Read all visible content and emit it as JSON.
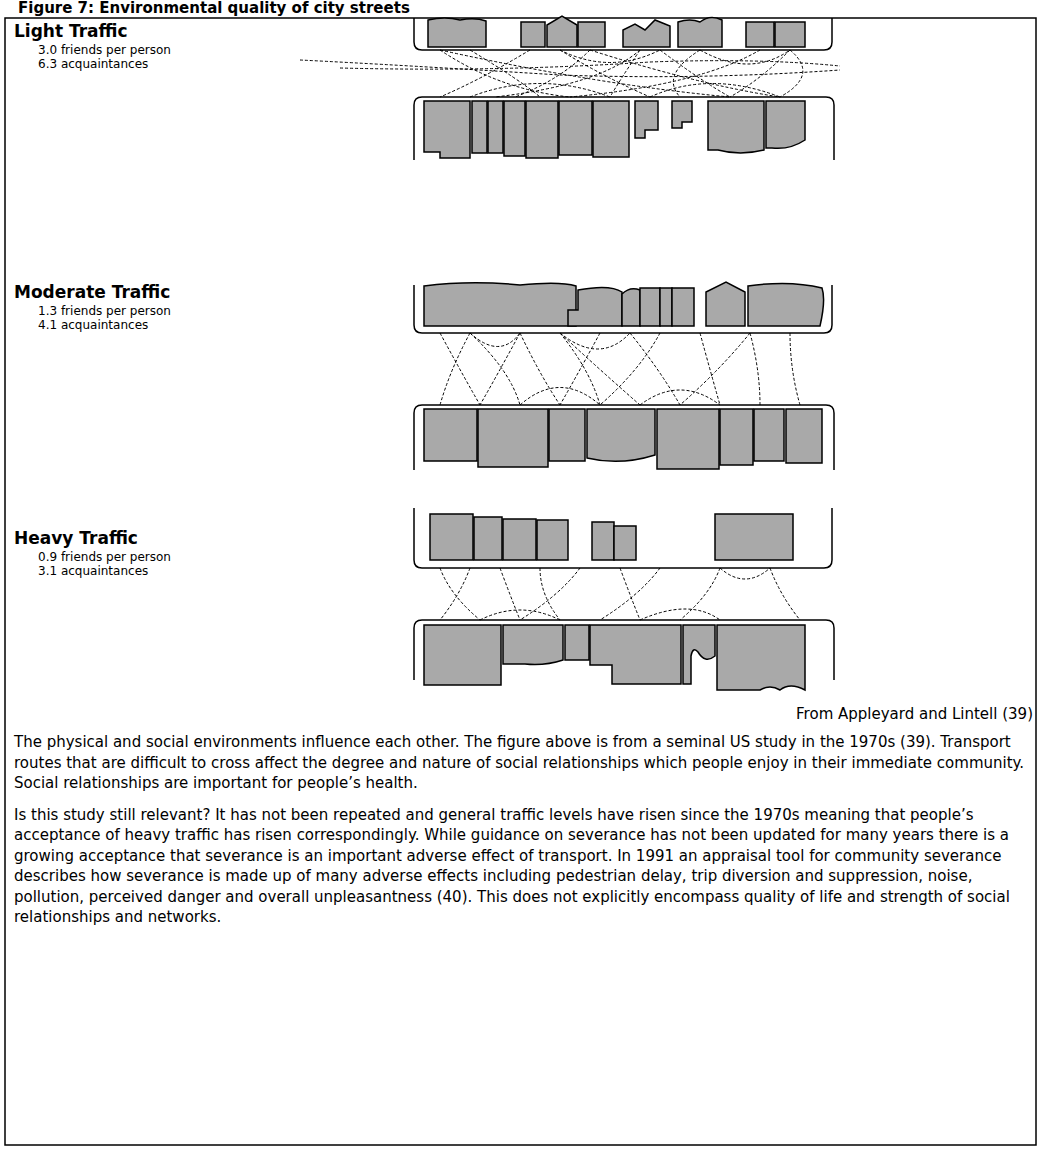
{
  "diagram": {
    "title": "Figure 7: Environmental quality of city streets",
    "labels": [
      "Light Traffic",
      "3.0 friends per person",
      "6.3 acquaintances",
      "Moderate Traffic",
      "1.3 friends per person",
      "4.1 acquaintances",
      "Heavy Traffic",
      "0.9 friends per person",
      "3.1 acquaintances",
      "From Appleyard and Lintell (39)",
      "The physical and social environments influence each other. The figure above is from a seminal US study in the 1970s (39). Transport routes that are difficult to cross affect the degree and nature of social relationships which people enjoy in their immediate community. Social relationships are important for people’s health.",
      "Is this study still relevant? It has not been repeated and general traffic levels have risen since the 1970s meaning that people’s acceptance of heavy traffic has risen correspondingly. While guidance on severance has not been updated for many years there is a growing acceptance that severance is an important adverse effect of transport. In 1991 an appraisal tool for community severance describes how severance is made up of many adverse effects including pedestrian delay, trip diversion and suppression, noise, pollution, perceived danger and overall unpleasantness (40). This does not explicitly encompass quality of life and strength of social relationships and networks."
    ]
  }
}
